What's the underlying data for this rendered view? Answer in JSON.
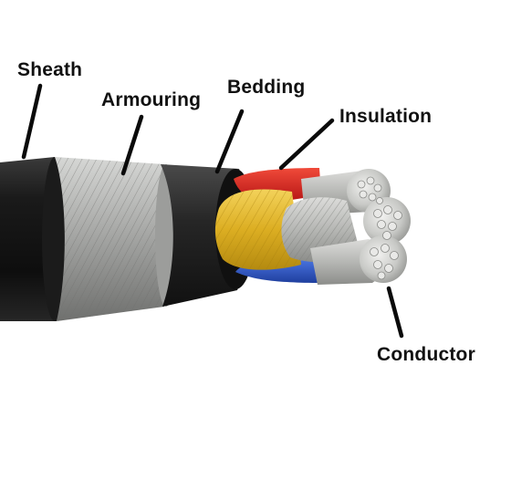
{
  "diagram": {
    "labels": {
      "sheath": "Sheath",
      "armouring": "Armouring",
      "bedding": "Bedding",
      "insulation": "Insulation",
      "conductor": "Conductor"
    },
    "colors": {
      "sheath": "#141414",
      "armouring": "#a9aaa8",
      "bedding": "#1c1c1c",
      "insulation_red": "#d81d1d",
      "insulation_yellow": "#e0b422",
      "insulation_blue": "#2d55c8",
      "conductor": "#c4c5c2",
      "leader_line": "#0a0a0a"
    }
  }
}
